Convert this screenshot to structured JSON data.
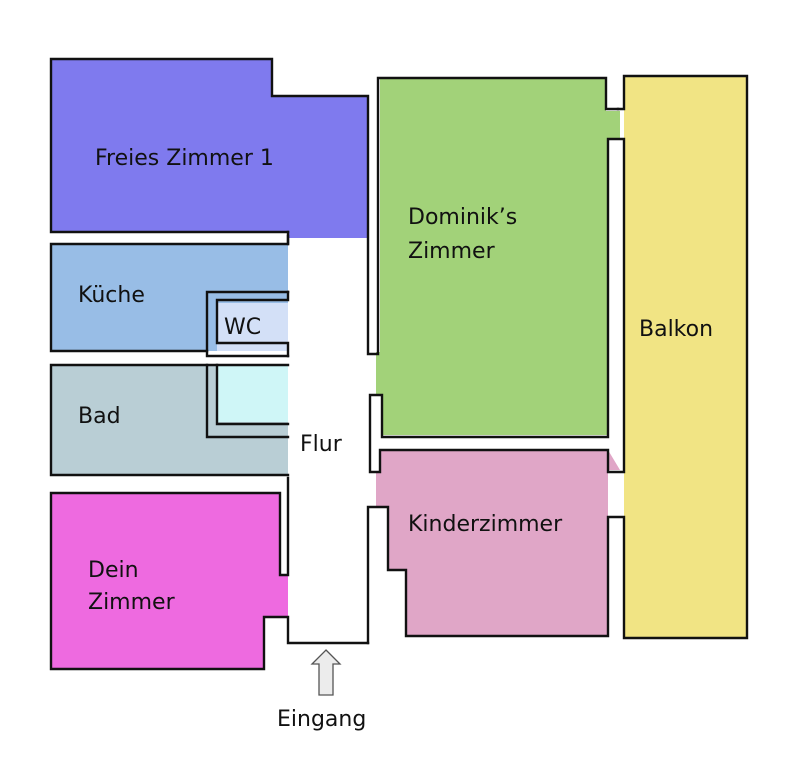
{
  "rooms": {
    "freies_zimmer": {
      "label": "Freies Zimmer 1",
      "color": "#7f7aee"
    },
    "kueche": {
      "label": "Küche",
      "color": "#98bde6"
    },
    "wc": {
      "label": "WC",
      "color": "#d3e0f7"
    },
    "bad": {
      "label": "Bad",
      "color": "#b9ced5"
    },
    "bad_nische": {
      "color": "#cff6f7"
    },
    "dein_zimmer": {
      "line1": "Dein",
      "line2": "Zimmer",
      "color": "#ee6ae0"
    },
    "flur": {
      "label": "Flur",
      "color": "#ffffff"
    },
    "dominiks_zimmer": {
      "line1": "Dominik’s",
      "line2": "Zimmer",
      "color": "#a2d279"
    },
    "kinderzimmer": {
      "label": "Kinderzimmer",
      "color": "#e0a6c7"
    },
    "balkon": {
      "label": "Balkon",
      "color": "#f1e484"
    }
  },
  "entrance": {
    "label": "Eingang",
    "arrow_color": "#ececec"
  },
  "wall_color": "#111111"
}
